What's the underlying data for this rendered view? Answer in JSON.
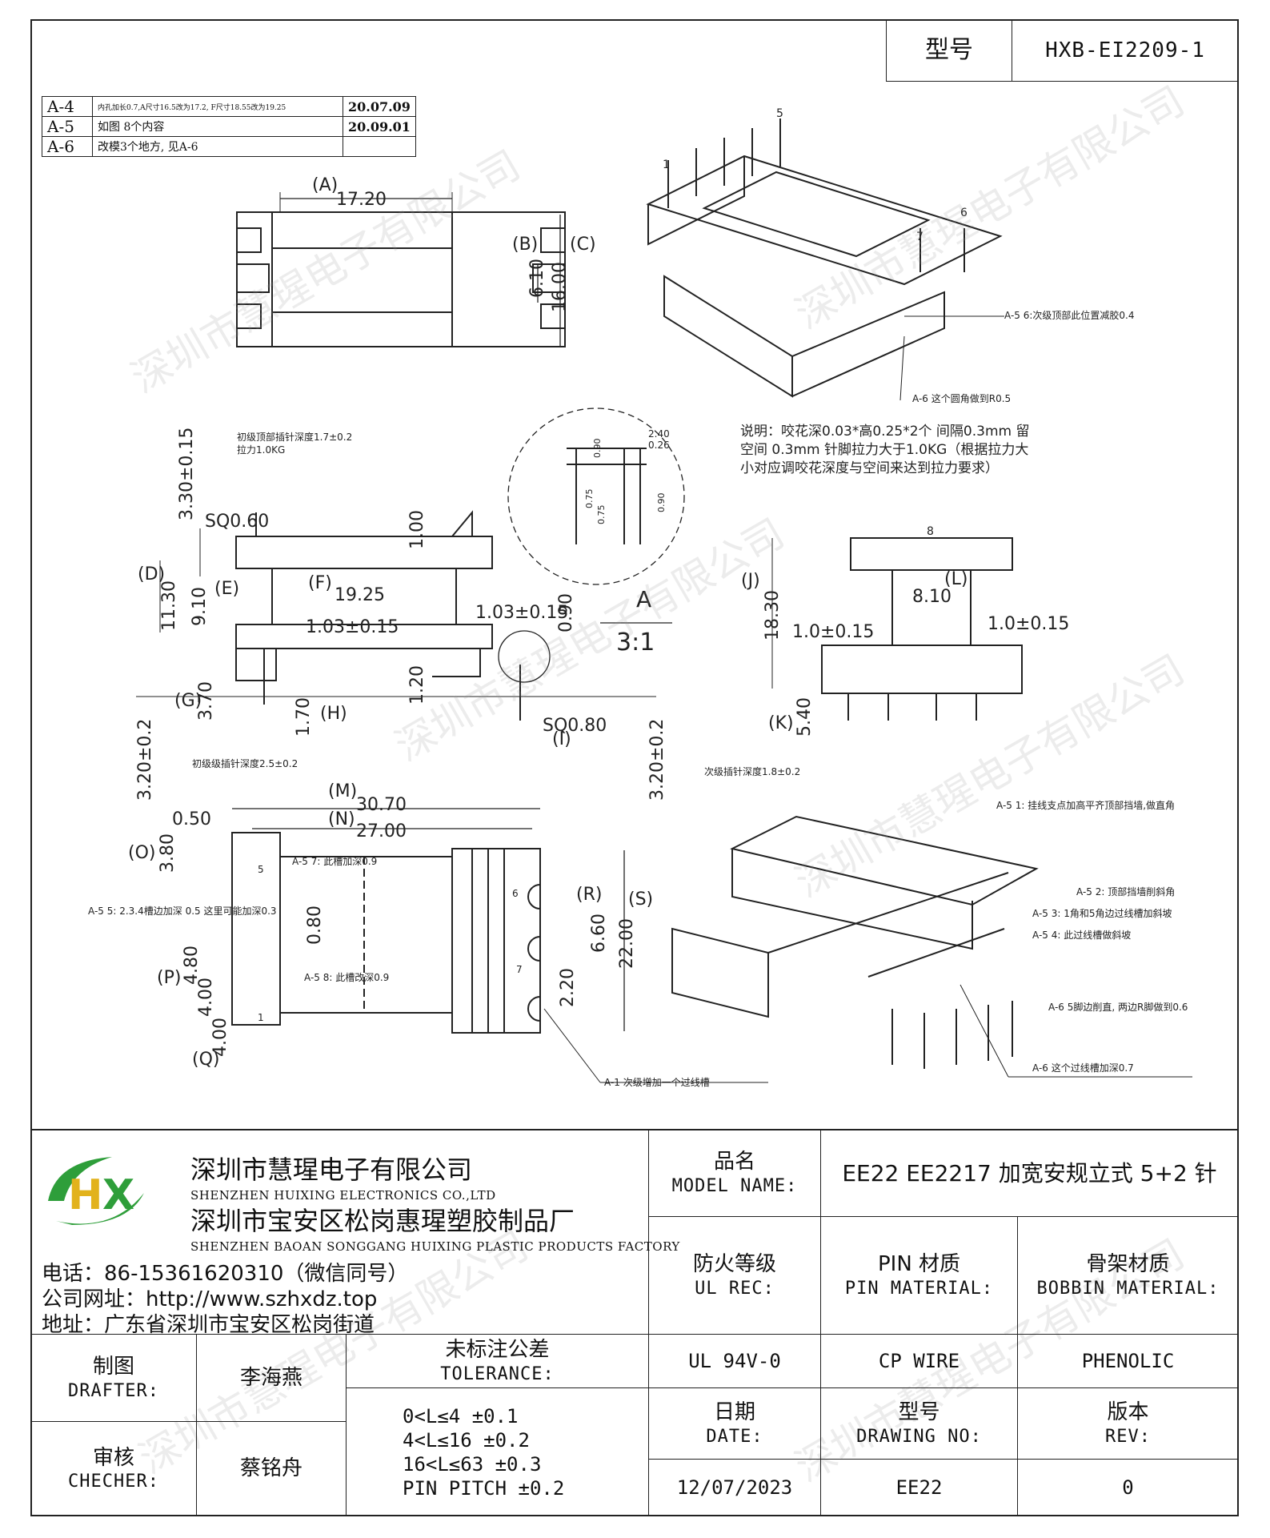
{
  "header": {
    "model_label": "型号",
    "model_value": "HXB-EI2209-1"
  },
  "revisions": [
    {
      "id": "A-4",
      "desc": "内孔加长0.7,A尺寸16.5改为17.2, F尺寸18.55改为19.25",
      "date": "20.07.09"
    },
    {
      "id": "A-5",
      "desc": "如图  8个内容",
      "date": "20.09.01"
    },
    {
      "id": "A-6",
      "desc": "改模3个地方, 见A-6",
      "date": ""
    }
  ],
  "drawing": {
    "top_view": {
      "a_label": "(A)",
      "a_value": "17.20",
      "b_label": "(B)",
      "b_value": "6.10",
      "c_label": "(C)",
      "c_value": "16.00"
    },
    "iso_top": {
      "pin1": "1",
      "pin5": "5",
      "pin6": "6",
      "pin7": "7",
      "note_a5_6": "A-5  6:次级顶部此位置减胶0.4",
      "note_a6": "A-6  这个圆角做到R0.5"
    },
    "side_view": {
      "d_label": "(D)",
      "d_value": "11.30",
      "e_label": "(E)",
      "e_value": "9.10",
      "f_label": "(F)",
      "f_value": "19.25",
      "g_label": "(G)",
      "g_value": "3.70",
      "h_label": "(H)",
      "h_value": "1.70",
      "i_label": "(I)",
      "sq060": "SQ0.60",
      "sq080": "SQ0.80",
      "v330": "3.30±0.15",
      "v100": "1.00",
      "v103a": "1.03±0.15",
      "v103b": "1.03±0.15",
      "v090": "0.90",
      "v120": "1.20",
      "v320a": "3.20±0.2",
      "v320b": "3.20±0.2",
      "note_primary_top": "初级顶部插针深度1.7±0.2",
      "note_pull": "拉力1.0KG",
      "note_primary_pin": "初级级插针深度2.5±0.2",
      "note_secondary_pin": "次级插针深度1.8±0.2"
    },
    "detail": {
      "label": "A",
      "scale": "3:1",
      "d240": "2.40",
      "d026": "0.26",
      "d090a": "0.90",
      "d075a": "0.75",
      "d075b": "0.75",
      "d090b": "0.90"
    },
    "explanation": [
      "说明：咬花深0.03*高0.25*2个  间隔0.3mm 留",
      "空间 0.3mm 针脚拉力大于1.0KG（根据拉力大",
      "小对应调咬花深度与空间来达到拉力要求）"
    ],
    "end_view": {
      "j_label": "(J)",
      "j_value": "18.30",
      "k_label": "(K)",
      "k_value": "5.40",
      "l_label": "(L)",
      "l_value": "8.10",
      "v1a": "1.0±0.15",
      "v1b": "1.0±0.15",
      "pin8": "8"
    },
    "bottom_view": {
      "m_label": "(M)",
      "m_value": "30.70",
      "n_label": "(N)",
      "n_value": "27.00",
      "o_label": "(O)",
      "o_value": "3.80",
      "p_label": "(P)",
      "p_value": "4.80",
      "q_label": "(Q)",
      "q_value": "4.00",
      "q2_value": "4.00",
      "r_label": "(R)",
      "r_value": "6.60",
      "s_label": "(S)",
      "s_value": "22.00",
      "v050": "0.50",
      "v080": "0.80",
      "v220": "2.20",
      "pin1": "1",
      "pin5": "5",
      "pin6": "6",
      "pin7": "7",
      "note_a57": "A-5 7: 此槽加深0.9",
      "note_a58": "A-5 8: 此槽改深0.9",
      "note_left": "A-5 5: 2.3.4槽边加深 0.5 这里可能加深0.3",
      "note_a1": "A-1  次级增加一个过线槽"
    },
    "iso_bottom": {
      "note_a51": "A-5 1: 挂线支点加高平齐顶部挡墙,做直角",
      "note_a52": "A-5 2: 顶部挡墙削斜角",
      "note_a53": "A-5 3: 1角和5角边过线槽加斜坡",
      "note_a54": "A-5 4: 此过线槽做斜坡",
      "note_a6a": "A-6   5脚边削直, 两边R脚做到0.6",
      "note_a6b": "A-6   这个过线槽加深0.7"
    }
  },
  "watermark": "深圳市慧瑆电子有限公司",
  "company": {
    "logo_letters": "HX",
    "name_cn": "深圳市慧瑆电子有限公司",
    "name_en": "SHENZHEN HUIXING ELECTRONICS CO.,LTD",
    "factory_cn": "深圳市宝安区松岗惠瑆塑胶制品厂",
    "factory_en": "SHENZHEN BAOAN SONGGANG HUIXING PLASTIC PRODUCTS FACTORY",
    "phone": "电话：86-15361620310（微信同号）",
    "website": "公司网址：http://www.szhxdz.top",
    "address": "地址：广东省深圳市宝安区松岗街道"
  },
  "title_block": {
    "model_name_cn": "品名",
    "model_name_en": "MODEL NAME:",
    "model_name_value": "EE22 EE2217 加宽安规立式 5+2 针",
    "ul_cn": "防火等级",
    "ul_en": "UL REC:",
    "ul_value": "UL 94V-0",
    "pin_cn": "PIN 材质",
    "pin_en": "PIN MATERIAL:",
    "pin_value": "CP WIRE",
    "bobbin_cn": "骨架材质",
    "bobbin_en": "BOBBIN MATERIAL:",
    "bobbin_value": "PHENOLIC",
    "drafter_cn": "制图",
    "drafter_en": "DRAFTER:",
    "drafter_value": "李海燕",
    "checker_cn": "审核",
    "checker_en": "CHECHER:",
    "checker_value": "蔡铭舟",
    "tolerance_cn": "未标注公差",
    "tolerance_en": "TOLERANCE:",
    "tolerance_lines": [
      "0<L≤4   ±0.1",
      "4<L≤16  ±0.2",
      "16<L≤63  ±0.3",
      "PIN PITCH  ±0.2"
    ],
    "date_cn": "日期",
    "date_en": "DATE:",
    "date_value": "12/07/2023",
    "drawing_cn": "型号",
    "drawing_en": "DRAWING NO:",
    "drawing_value": "EE22",
    "rev_cn": "版本",
    "rev_en": "REV:",
    "rev_value": "0"
  },
  "colors": {
    "logo_green": "#2e9e3a",
    "logo_yellow": "#e2b21c",
    "line": "#222222"
  }
}
